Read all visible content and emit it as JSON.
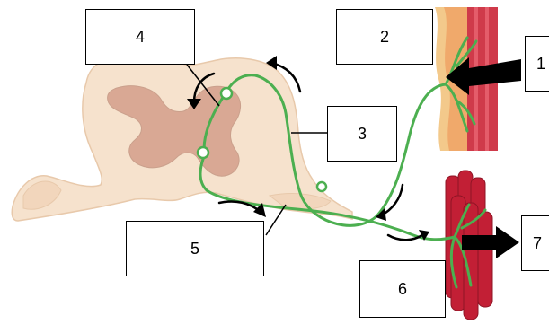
{
  "labels": {
    "l1": "1",
    "l2": "2",
    "l3": "3",
    "l4": "4",
    "l5": "5",
    "l6": "6",
    "l7": "7"
  },
  "colors": {
    "spinal_tissue": "#f6e2cd",
    "spinal_outline": "#e8c9ab",
    "gray_matter": "#d9a894",
    "neuron": "#4caf50",
    "skin_outer": "#f3c98b",
    "skin_dermis": "#f0a96b",
    "skin_muscle": "#cf3a4a",
    "muscle": "#c21f35",
    "arrow": "#000000"
  }
}
